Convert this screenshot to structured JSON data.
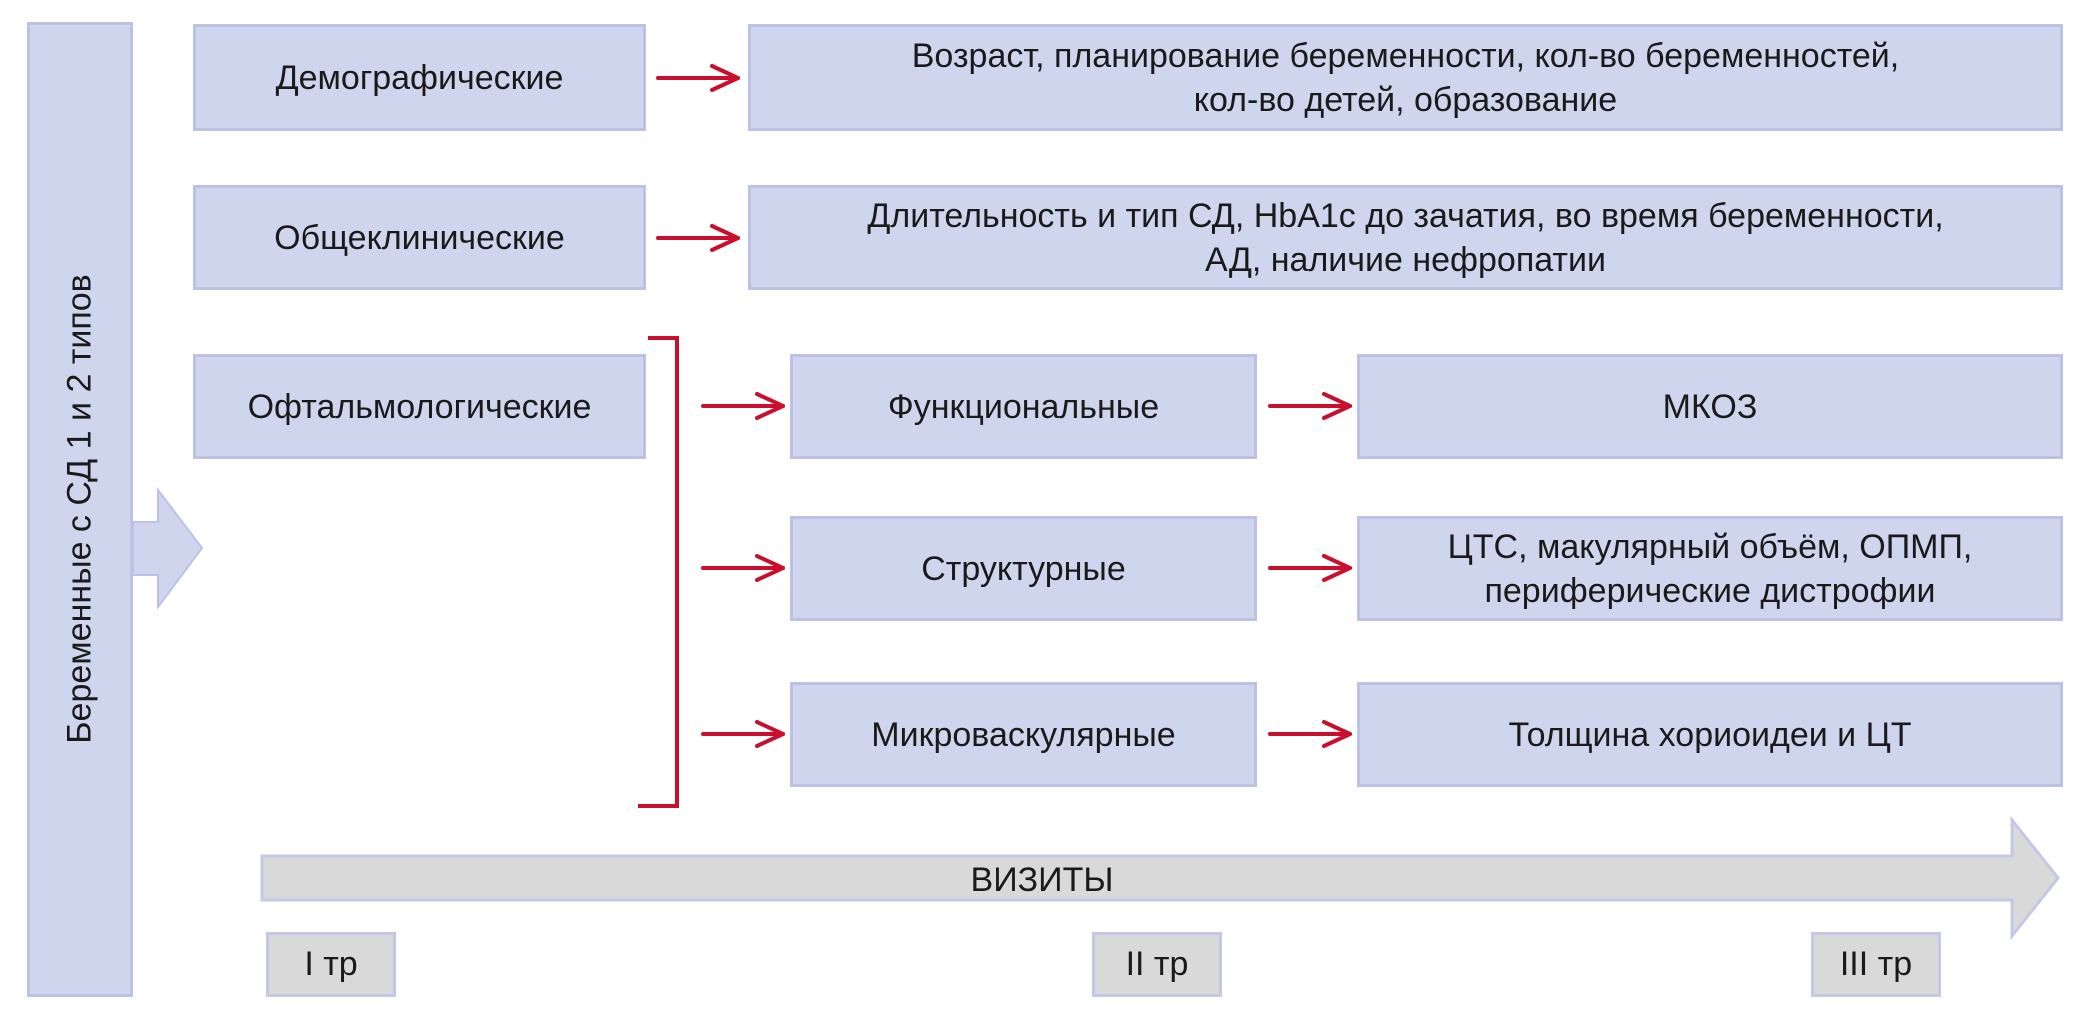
{
  "left_bar": {
    "label": "Беременные с СД 1 и 2 типов"
  },
  "categories": {
    "demographic": {
      "label": "Демографические",
      "details": [
        "Возраст, планирование беременности, кол-во беременностей,",
        "кол-во детей, образование"
      ]
    },
    "general_clinical": {
      "label": "Общеклинические",
      "details": [
        "Длительность и тип СД, HbA1c до зачатия, во время беременности,",
        "АД, наличие нефропатии"
      ]
    },
    "ophthalmologic": {
      "label": "Офтальмологические"
    }
  },
  "ophthalmologic_groups": [
    {
      "label": "Функциональные",
      "details": [
        "МКОЗ"
      ]
    },
    {
      "label": "Структурные",
      "details": [
        "ЦТС, макулярный объём, ОПМП,",
        "периферические дистрофии"
      ]
    },
    {
      "label": "Микроваскулярные",
      "details": [
        "Толщина хориоидеи и ЦТ"
      ]
    }
  ],
  "visits": {
    "label": "ВИЗИТЫ",
    "trimesters": [
      "I тр",
      "II тр",
      "III тр"
    ]
  },
  "colors": {
    "box_fill": "#d0d5ee",
    "box_border": "#bcc2e6",
    "arrow_red": "#c8102e",
    "timeline_fill": "#d9d9d9"
  }
}
